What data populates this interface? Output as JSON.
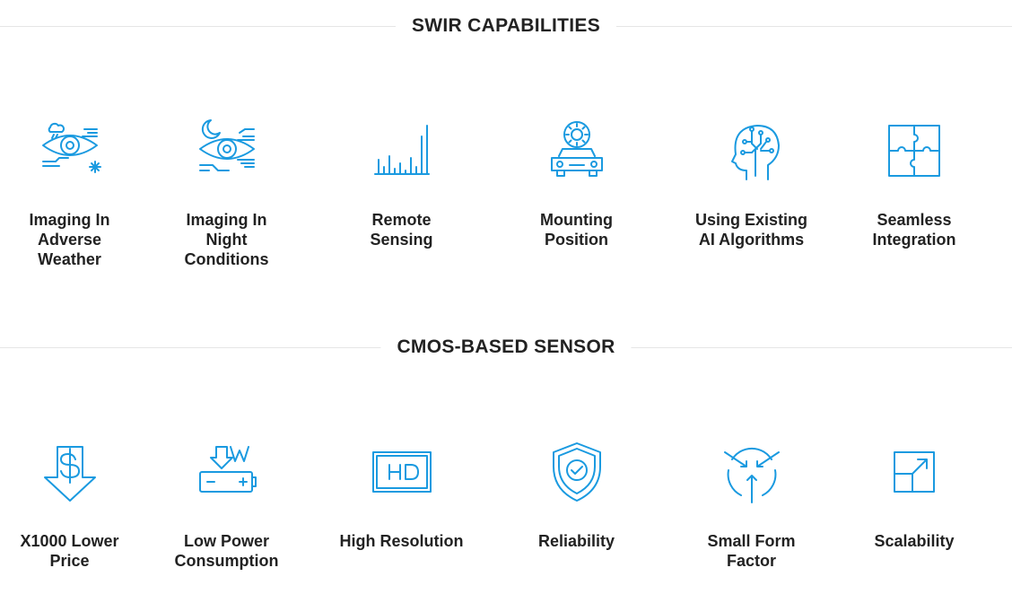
{
  "sections": [
    {
      "title": "SWIR CAPABILITIES",
      "items": [
        {
          "label": "Imaging In Adverse Weather",
          "icon": "eye-weather-icon"
        },
        {
          "label": "Imaging In Night Conditions",
          "icon": "eye-moon-icon"
        },
        {
          "label": "Remote Sensing",
          "icon": "signal-bars-icon"
        },
        {
          "label": "Mounting Position",
          "icon": "car-gear-icon"
        },
        {
          "label": "Using Existing AI Algorithms",
          "icon": "ai-head-icon"
        },
        {
          "label": "Seamless Integration",
          "icon": "puzzle-icon"
        }
      ]
    },
    {
      "title": "CMOS-BASED SENSOR",
      "items": [
        {
          "label": "X1000 Lower Price",
          "icon": "dollar-arrow-icon"
        },
        {
          "label": "Low Power Consumption",
          "icon": "battery-watt-icon"
        },
        {
          "label": "High Resolution",
          "icon": "hd-screen-icon"
        },
        {
          "label": "Reliability",
          "icon": "shield-check-icon"
        },
        {
          "label": "Small Form Factor",
          "icon": "arrows-in-icon"
        },
        {
          "label": "Scalability",
          "icon": "scale-up-icon"
        }
      ]
    }
  ],
  "theme": {
    "accent": "#1a9ae0",
    "text": "#222222",
    "rule": "#e6e6e6"
  }
}
